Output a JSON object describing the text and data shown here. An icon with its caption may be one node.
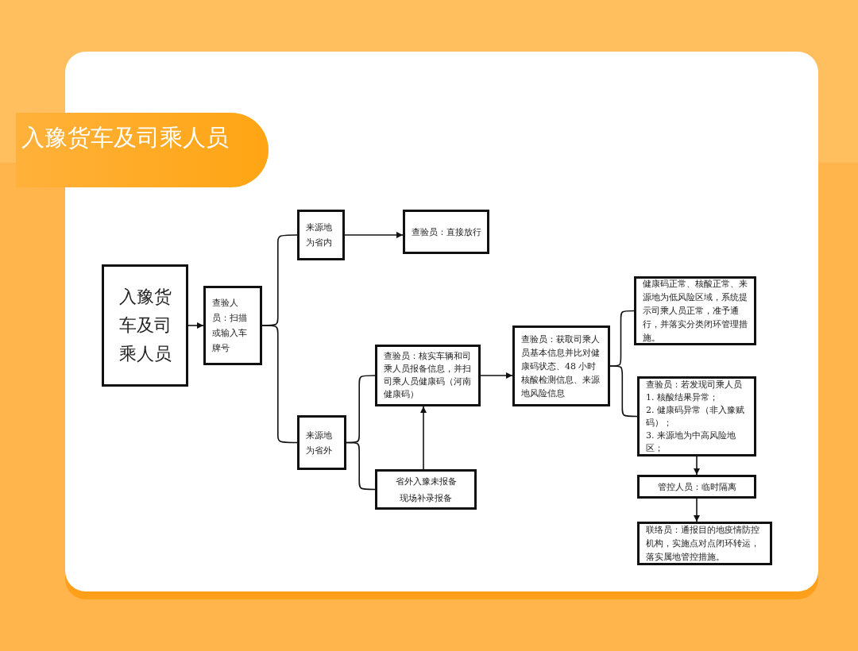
{
  "diagram": {
    "title": "入豫货车及司乘人员",
    "nodes": [
      {
        "text": [
          "入豫货车及司乘人员"
        ]
      },
      {
        "text": [
          "查验人员：扫描或输入车牌号"
        ]
      },
      {
        "text": [
          "来源地为省内"
        ]
      },
      {
        "text": [
          "查验员：直接放行"
        ]
      },
      {
        "text": [
          "来源地为省外"
        ]
      },
      {
        "text": [
          "查验员：核实车辆和司乘人员报备信息，并扫司乘人员健康码（河南健康码）"
        ]
      },
      {
        "text": [
          "省外入豫未报备",
          "现场补录报备"
        ]
      },
      {
        "text": [
          "查验员：获取司乘人员基本信息并比对健康码状态、48 小时核酸检测信息、来源地风险信息"
        ]
      },
      {
        "text": [
          "健康码正常、核酸正常、来源地为低风险区域，系统提示司乘人员正常，准予通行，并落实分类闭环管理措施。"
        ]
      },
      {
        "text": [
          "查验员：若发现司乘人员",
          "1. 核酸结果异常；",
          "2. 健康码异常（非入豫赋码）；",
          "3. 来源地为中高风险地区；"
        ]
      },
      {
        "text": [
          "管控人员：临时隔离"
        ]
      },
      {
        "text": [
          "联络员：通报目的地疫情防控机构，实施点对点闭环转运，落实属地管控措施。"
        ]
      }
    ],
    "edges": [
      {
        "from": 0,
        "to": 1,
        "arrow": "to"
      },
      {
        "from": 1,
        "to": 2,
        "arrow": "none"
      },
      {
        "from": 1,
        "to": 4,
        "arrow": "none"
      },
      {
        "from": 2,
        "to": 3,
        "arrow": "to"
      },
      {
        "from": 4,
        "to": 5,
        "arrow": "none"
      },
      {
        "from": 4,
        "to": 6,
        "arrow": "none"
      },
      {
        "from": 6,
        "to": 5,
        "arrow": "to"
      },
      {
        "from": 5,
        "to": 7,
        "arrow": "to"
      },
      {
        "from": 7,
        "to": 8,
        "arrow": "none"
      },
      {
        "from": 7,
        "to": 9,
        "arrow": "none"
      },
      {
        "from": 9,
        "to": 10,
        "arrow": "to"
      },
      {
        "from": 10,
        "to": 11,
        "arrow": "to"
      }
    ]
  }
}
